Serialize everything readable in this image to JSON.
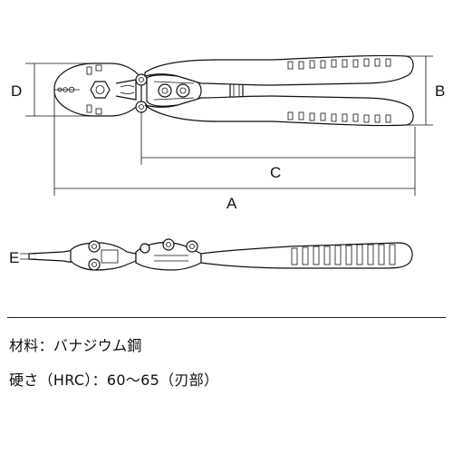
{
  "dimension_labels": {
    "a": "A",
    "b": "B",
    "c": "C",
    "d": "D",
    "e": "E"
  },
  "specs": {
    "material": "材料：バナジウム鋼",
    "hardness": "硬さ（HRC）：60～65（刃部）"
  },
  "colors": {
    "line": "#111111",
    "background": "#ffffff"
  }
}
